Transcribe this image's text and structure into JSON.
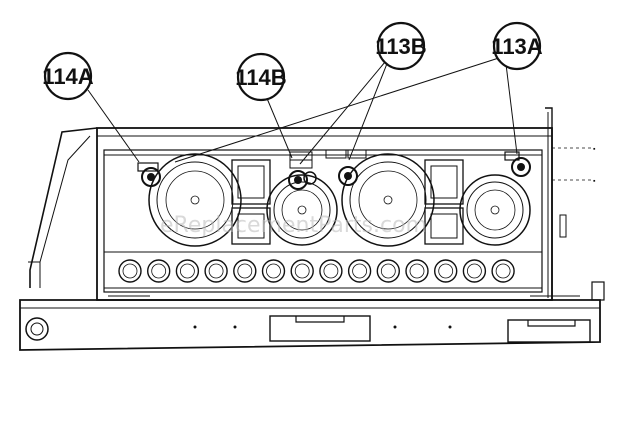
{
  "callouts": [
    {
      "id": "114A",
      "label": "114A"
    },
    {
      "id": "114B",
      "label": "114B"
    },
    {
      "id": "113B",
      "label": "113B"
    },
    {
      "id": "113A",
      "label": "113A"
    }
  ],
  "watermark": "eReplacementParts.com"
}
